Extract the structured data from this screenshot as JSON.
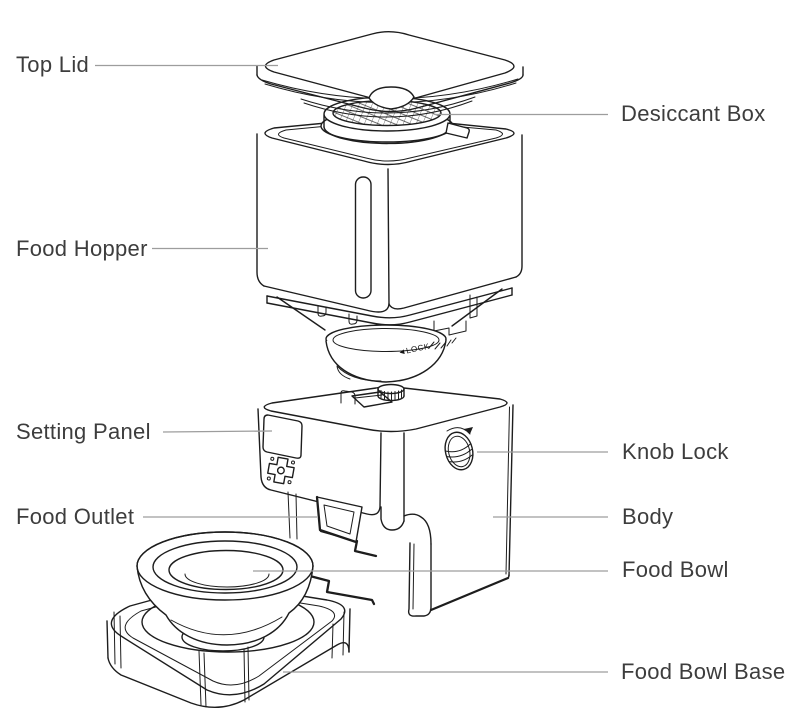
{
  "figure": {
    "description": "Exploded parts line drawing of an automatic pet feeder"
  },
  "labels": {
    "top_lid": "Top Lid",
    "desiccant_box": "Desiccant Box",
    "food_hopper": "Food Hopper",
    "setting_panel": "Setting Panel",
    "knob_lock": "Knob Lock",
    "food_outlet": "Food Outlet",
    "body": "Body",
    "food_bowl": "Food Bowl",
    "food_bowl_base": "Food Bowl Base"
  },
  "markings": {
    "rotor_lock": "◄LOCK"
  },
  "colors": {
    "background": "#ffffff",
    "line": "#1d1d1d",
    "leader_line": "#9d9d9d",
    "label_text": "#3d3d3d"
  }
}
